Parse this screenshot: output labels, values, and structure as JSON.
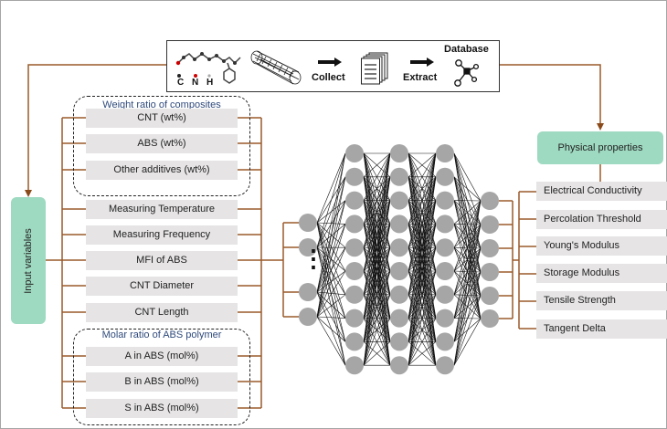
{
  "pipeline": {
    "element_legend": [
      "C",
      "N",
      "H"
    ],
    "step1_label": "Collect",
    "step2_label": "Extract",
    "database_label": "Database"
  },
  "input_box": {
    "label": "Input variables"
  },
  "weight_group": {
    "title": "Weight ratio of composites",
    "items": [
      "CNT (wt%)",
      "ABS (wt%)",
      "Other additives (wt%)"
    ]
  },
  "process_items": [
    "Measuring Temperature",
    "Measuring Frequency",
    "MFI of ABS",
    "CNT Diameter",
    "CNT Length"
  ],
  "molar_group": {
    "title": "Molar ratio of ABS polymer",
    "items": [
      "A in ABS (mol%)",
      "B in ABS (mol%)",
      "S in ABS (mol%)"
    ]
  },
  "output_box": {
    "label": "Physical properties"
  },
  "output_items": [
    "Electrical Conductivity",
    "Percolation Threshold",
    "Young's Modulus",
    "Storage Modulus",
    "Tensile Strength",
    "Tangent Delta"
  ],
  "network": {
    "input_nodes_shown": 4,
    "input_ellipsis": "⋮",
    "hidden_layers": 3,
    "hidden_nodes_per_layer": 10,
    "output_nodes": 6
  },
  "colors": {
    "connector": "#9a5a2a",
    "node": "#a6a6a6",
    "green_box": "#9ed9c1",
    "item_bg": "#e6e4e4",
    "group_title": "#2f4a7c"
  }
}
